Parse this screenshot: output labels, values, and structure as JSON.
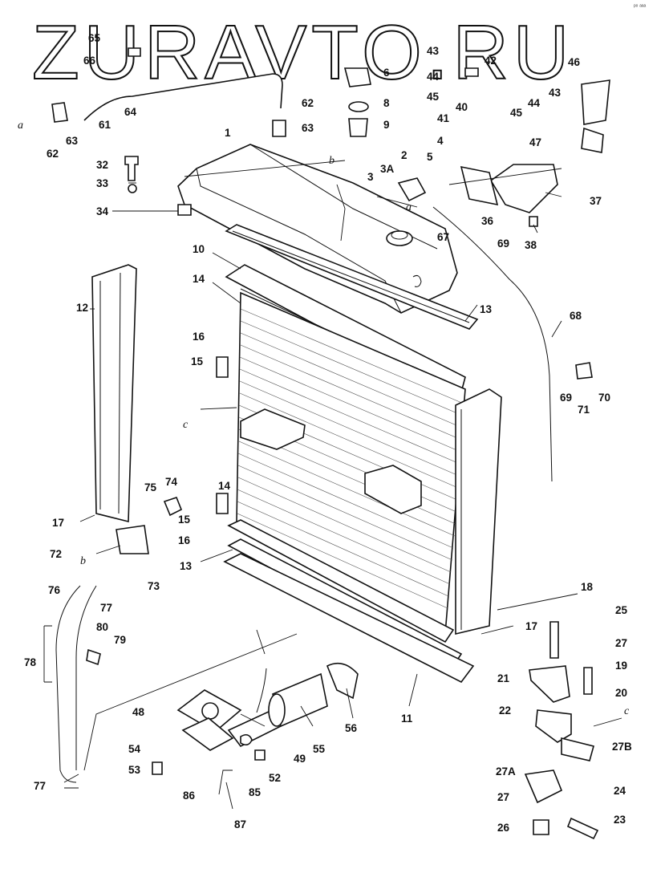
{
  "watermark": "ZURAVTO.RU",
  "corner_mark": "ᵖᵒ ᵃᵃᵃ",
  "view_refs": {
    "a1": "a",
    "a2": "a",
    "b1": "b",
    "b2": "b",
    "c1": "c",
    "c2": "c"
  },
  "labels": {
    "p1": "1",
    "p2": "2",
    "p3": "3",
    "p3a": "3A",
    "p4": "4",
    "p5": "5",
    "p6": "6",
    "p8": "8",
    "p9": "9",
    "p10": "10",
    "p11": "11",
    "p12": "12",
    "p13a": "13",
    "p13b": "13",
    "p14a": "14",
    "p14b": "14",
    "p15a": "15",
    "p15b": "15",
    "p16a": "16",
    "p16b": "16",
    "p17a": "17",
    "p17b": "17",
    "p18": "18",
    "p19": "19",
    "p20": "20",
    "p21": "21",
    "p22": "22",
    "p23": "23",
    "p24": "24",
    "p25": "25",
    "p26": "26",
    "p27a": "27",
    "p27b": "27",
    "p27A": "27A",
    "p27B": "27B",
    "p32": "32",
    "p33": "33",
    "p34": "34",
    "p36": "36",
    "p37": "37",
    "p38": "38",
    "p40": "40",
    "p41": "41",
    "p42": "42",
    "p43a": "43",
    "p43b": "43",
    "p44a": "44",
    "p44b": "44",
    "p45a": "45",
    "p45b": "45",
    "p46": "46",
    "p47": "47",
    "p48": "48",
    "p49": "49",
    "p52": "52",
    "p53": "53",
    "p54": "54",
    "p55": "55",
    "p56": "56",
    "p61": "61",
    "p62a": "62",
    "p62b": "62",
    "p63a": "63",
    "p63b": "63",
    "p64": "64",
    "p65": "65",
    "p66": "66",
    "p67": "67",
    "p68": "68",
    "p69a": "69",
    "p69b": "69",
    "p70": "70",
    "p71": "71",
    "p72": "72",
    "p73": "73",
    "p74": "74",
    "p75": "75",
    "p76": "76",
    "p77a": "77",
    "p77b": "77",
    "p78": "78",
    "p79": "79",
    "p80": "80",
    "p85": "85",
    "p86": "86",
    "p87": "87"
  }
}
